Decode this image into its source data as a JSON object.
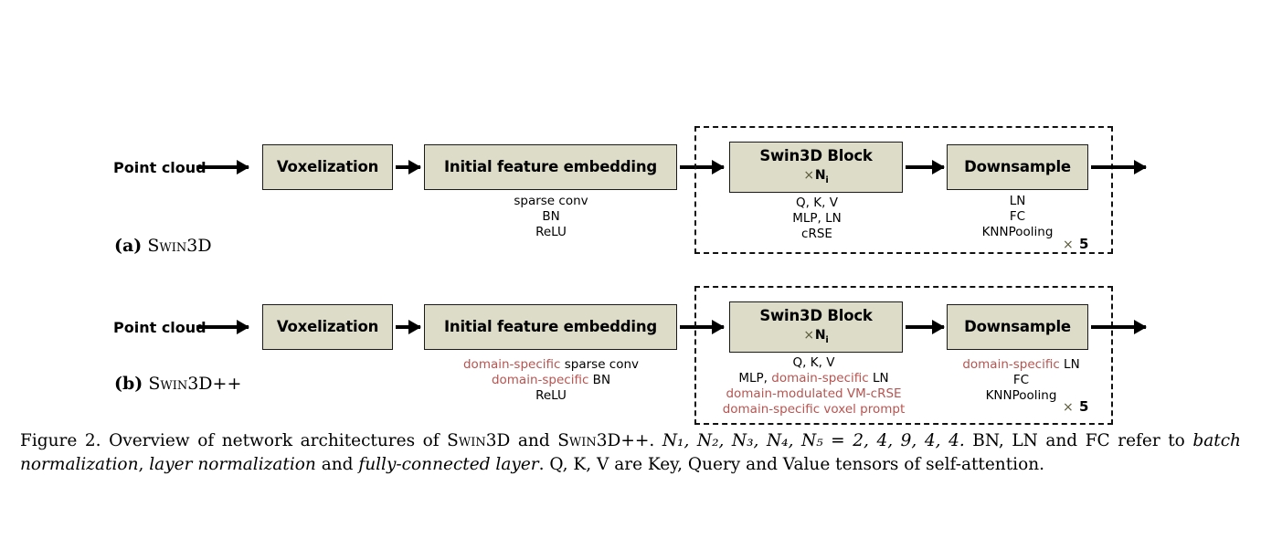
{
  "figure": {
    "caption_prefix": "Figure 2.",
    "caption_part1": " Overview of network architectures of ",
    "caption_name_a": "Swin3D",
    "caption_and": " and ",
    "caption_name_b": "Swin3D++",
    "caption_part2": ". ",
    "caption_math": "N₁, N₂, N₃, N₄, N₅ = 2, 4, 9, 4, 4.",
    "caption_part3": " BN, LN and FC refer to ",
    "caption_italic1": "batch normalization",
    "caption_sep1": ", ",
    "caption_italic2": "layer normalization",
    "caption_sep2": " and ",
    "caption_italic3": "fully-connected layer",
    "caption_part4": ". Q, K, V are Key, Query and Value tensors of self-attention."
  },
  "rows": [
    {
      "id": "swin3d",
      "subcaption_tag": "(a)",
      "subcaption_name": "Swin3D",
      "input_label": "Point cloud",
      "nodes": {
        "voxelization": "Voxelization",
        "embedding": "Initial feature embedding",
        "block": "Swin3D Block",
        "block_mult_sign": "×",
        "block_mult_value": "N",
        "block_mult_sub": "i",
        "downsample": "Downsample"
      },
      "annotations": {
        "embedding": [
          [
            {
              "t": "sparse conv",
              "red": false
            }
          ],
          [
            {
              "t": "BN",
              "red": false
            }
          ],
          [
            {
              "t": "ReLU",
              "red": false
            }
          ]
        ],
        "block": [
          [
            {
              "t": "Q, K, V",
              "red": false
            }
          ],
          [
            {
              "t": "MLP, LN",
              "red": false
            }
          ],
          [
            {
              "t": "cRSE",
              "red": false
            }
          ]
        ],
        "downsample": [
          [
            {
              "t": "LN",
              "red": false
            }
          ],
          [
            {
              "t": "FC",
              "red": false
            }
          ],
          [
            {
              "t": "KNNPooling",
              "red": false
            }
          ]
        ]
      },
      "repeat_sign": "×",
      "repeat_value": "5"
    },
    {
      "id": "swin3dpp",
      "subcaption_tag": "(b)",
      "subcaption_name": "Swin3D++",
      "input_label": "Point cloud",
      "nodes": {
        "voxelization": "Voxelization",
        "embedding": "Initial feature embedding",
        "block": "Swin3D Block",
        "block_mult_sign": "×",
        "block_mult_value": "N",
        "block_mult_sub": "i",
        "downsample": "Downsample"
      },
      "annotations": {
        "embedding": [
          [
            {
              "t": "domain-specific",
              "red": true
            },
            {
              "t": " sparse conv",
              "red": false
            }
          ],
          [
            {
              "t": "domain-specific",
              "red": true
            },
            {
              "t": " BN",
              "red": false
            }
          ],
          [
            {
              "t": "ReLU",
              "red": false
            }
          ]
        ],
        "block": [
          [
            {
              "t": "Q, K, V",
              "red": false
            }
          ],
          [
            {
              "t": "MLP, ",
              "red": false
            },
            {
              "t": "domain-specific",
              "red": true
            },
            {
              "t": " LN",
              "red": false
            }
          ],
          [
            {
              "t": "domain-modulated VM-cRSE",
              "red": true
            }
          ],
          [
            {
              "t": "domain-specific voxel prompt",
              "red": true
            }
          ]
        ],
        "downsample": [
          [
            {
              "t": "domain-specific",
              "red": true
            },
            {
              "t": " LN",
              "red": false
            }
          ],
          [
            {
              "t": "FC",
              "red": false
            }
          ],
          [
            {
              "t": "KNNPooling",
              "red": false
            }
          ]
        ]
      },
      "repeat_sign": "×",
      "repeat_value": "5"
    }
  ],
  "colors": {
    "box_fill": "#dcdcc8",
    "box_border": "#1a1a1a",
    "highlight_red": "#b85450",
    "times_symbol": "#5b5b3a",
    "text": "#000000",
    "background": "#ffffff"
  }
}
